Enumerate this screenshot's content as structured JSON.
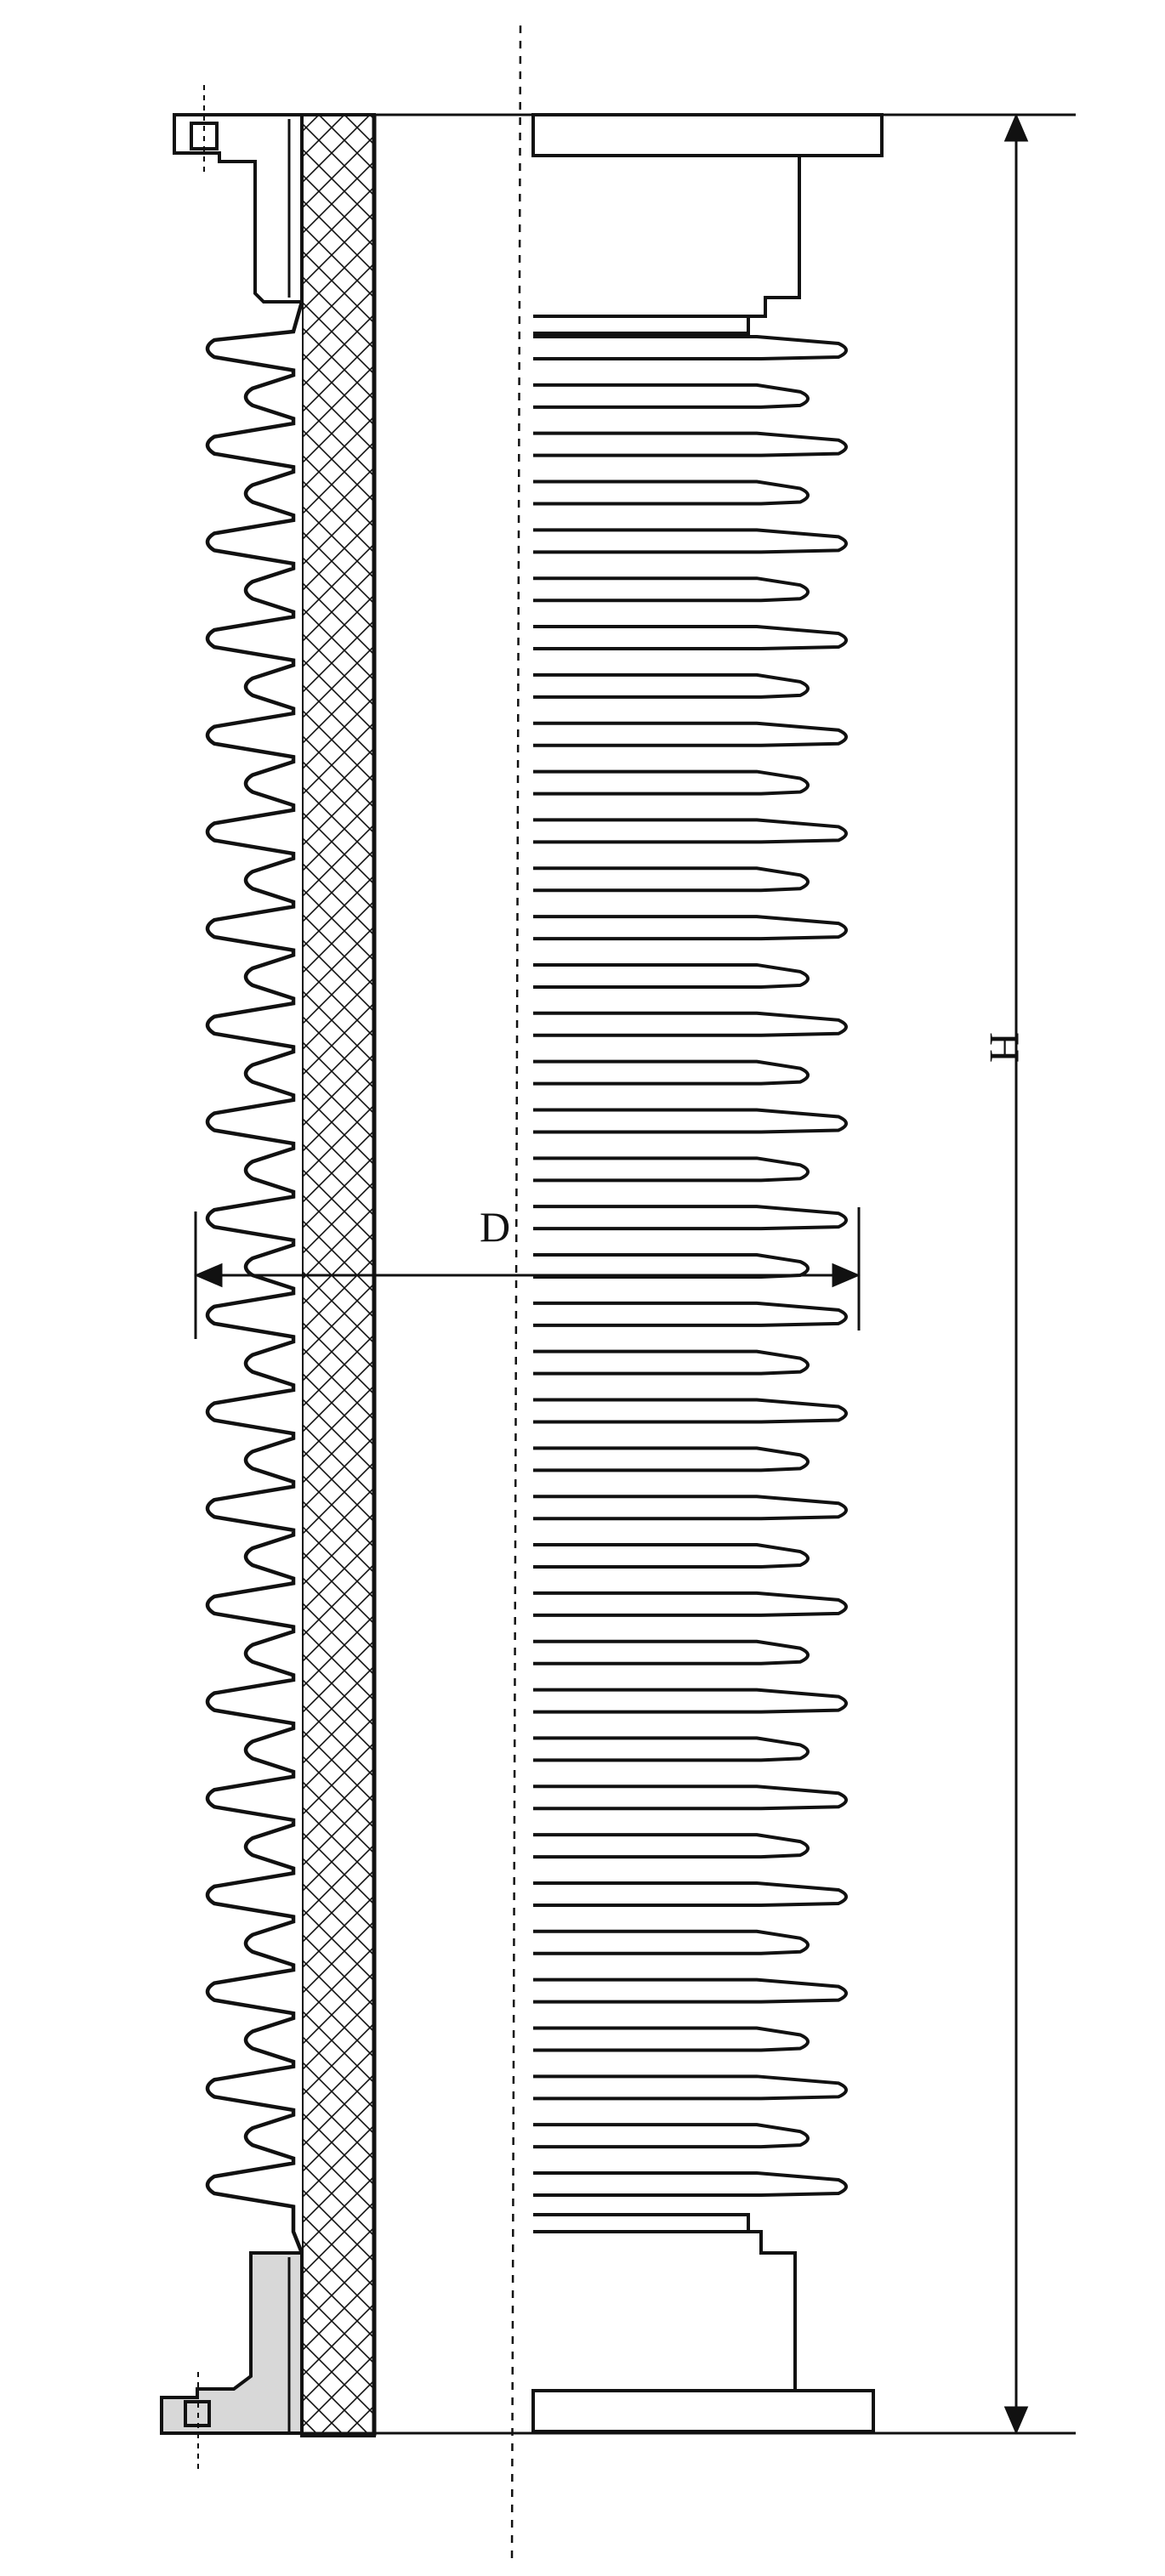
{
  "diagram": {
    "type": "insulator-bushing-cross-section",
    "shed_count": 39,
    "labels": {
      "height": "H",
      "diameter": "D"
    },
    "colors": {
      "line": "#111111",
      "background": "#ffffff",
      "flange_shade": "#d8d8d8"
    }
  }
}
